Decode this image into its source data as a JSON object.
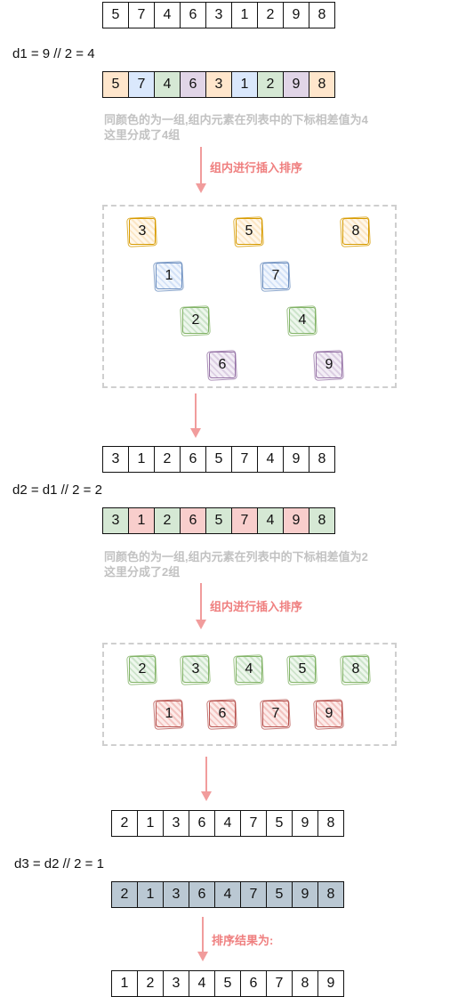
{
  "colors": {
    "orange": "#ffe6cc",
    "blue": "#dae8fc",
    "green": "#d5e8d4",
    "purple": "#e1d5e7",
    "red": "#f8cecc",
    "gray": "#bac8d3",
    "arrow": "#f19c9c",
    "note": "#c2c2c2"
  },
  "initial": [
    "5",
    "7",
    "4",
    "6",
    "3",
    "1",
    "2",
    "9",
    "8"
  ],
  "step1": {
    "label": "d1 = 9 // 2 = 4",
    "colored": [
      "5",
      "7",
      "4",
      "6",
      "3",
      "1",
      "2",
      "9",
      "8"
    ],
    "note_line1": "同颜色的为一组,组内元素在列表中的下标相差值为4",
    "note_line2": "这里分成了4组",
    "arrow_label": "组内进行插入排序",
    "groups": {
      "orange": [
        "3",
        "5",
        "8"
      ],
      "blue": [
        "1",
        "7"
      ],
      "green": [
        "2",
        "4"
      ],
      "purple": [
        "6",
        "9"
      ]
    },
    "result": [
      "3",
      "1",
      "2",
      "6",
      "5",
      "7",
      "4",
      "9",
      "8"
    ]
  },
  "step2": {
    "label": "d2 = d1 // 2 = 2",
    "colored": [
      "3",
      "1",
      "2",
      "6",
      "5",
      "7",
      "4",
      "9",
      "8"
    ],
    "note_line1": "同颜色的为一组,组内元素在列表中的下标相差值为2",
    "note_line2": "这里分成了2组",
    "arrow_label": "组内进行插入排序",
    "groups": {
      "green": [
        "2",
        "3",
        "4",
        "5",
        "8"
      ],
      "red": [
        "1",
        "6",
        "7",
        "9"
      ]
    },
    "result": [
      "2",
      "1",
      "3",
      "6",
      "4",
      "7",
      "5",
      "9",
      "8"
    ]
  },
  "step3": {
    "label": "d3 = d2 // 2 = 1",
    "colored": [
      "2",
      "1",
      "3",
      "6",
      "4",
      "7",
      "5",
      "9",
      "8"
    ],
    "arrow_label": "排序结果为:",
    "result": [
      "1",
      "2",
      "3",
      "4",
      "5",
      "6",
      "7",
      "8",
      "9"
    ]
  }
}
